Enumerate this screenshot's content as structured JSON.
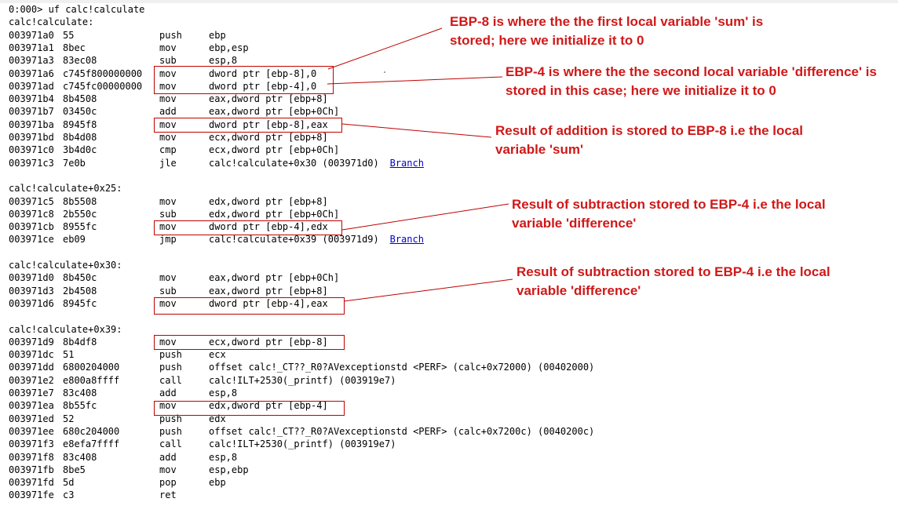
{
  "lines": [
    {
      "t": "0:000> uf calc!calculate"
    },
    {
      "t": "calc!calculate:"
    },
    {
      "a": "003971a0",
      "b": "55",
      "m": "push",
      "o": "ebp"
    },
    {
      "a": "003971a1",
      "b": "8bec",
      "m": "mov",
      "o": "ebp,esp"
    },
    {
      "a": "003971a3",
      "b": "83ec08",
      "m": "sub",
      "o": "esp,8"
    },
    {
      "a": "003971a6",
      "b": "c745f800000000",
      "m": "mov",
      "o": "dword ptr [ebp-8],0"
    },
    {
      "a": "003971ad",
      "b": "c745fc00000000",
      "m": "mov",
      "o": "dword ptr [ebp-4],0"
    },
    {
      "a": "003971b4",
      "b": "8b4508",
      "m": "mov",
      "o": "eax,dword ptr [ebp+8]"
    },
    {
      "a": "003971b7",
      "b": "03450c",
      "m": "add",
      "o": "eax,dword ptr [ebp+0Ch]"
    },
    {
      "a": "003971ba",
      "b": "8945f8",
      "m": "mov",
      "o": "dword ptr [ebp-8],eax"
    },
    {
      "a": "003971bd",
      "b": "8b4d08",
      "m": "mov",
      "o": "ecx,dword ptr [ebp+8]"
    },
    {
      "a": "003971c0",
      "b": "3b4d0c",
      "m": "cmp",
      "o": "ecx,dword ptr [ebp+0Ch]"
    },
    {
      "a": "003971c3",
      "b": "7e0b",
      "m": "jle",
      "o": "calc!calculate+0x30 (003971d0)",
      "link": "Branch"
    },
    {
      "t": ""
    },
    {
      "t": "calc!calculate+0x25:"
    },
    {
      "a": "003971c5",
      "b": "8b5508",
      "m": "mov",
      "o": "edx,dword ptr [ebp+8]"
    },
    {
      "a": "003971c8",
      "b": "2b550c",
      "m": "sub",
      "o": "edx,dword ptr [ebp+0Ch]"
    },
    {
      "a": "003971cb",
      "b": "8955fc",
      "m": "mov",
      "o": "dword ptr [ebp-4],edx"
    },
    {
      "a": "003971ce",
      "b": "eb09",
      "m": "jmp",
      "o": "calc!calculate+0x39 (003971d9)",
      "link": "Branch"
    },
    {
      "t": ""
    },
    {
      "t": "calc!calculate+0x30:"
    },
    {
      "a": "003971d0",
      "b": "8b450c",
      "m": "mov",
      "o": "eax,dword ptr [ebp+0Ch]"
    },
    {
      "a": "003971d3",
      "b": "2b4508",
      "m": "sub",
      "o": "eax,dword ptr [ebp+8]"
    },
    {
      "a": "003971d6",
      "b": "8945fc",
      "m": "mov",
      "o": "dword ptr [ebp-4],eax"
    },
    {
      "t": ""
    },
    {
      "t": "calc!calculate+0x39:"
    },
    {
      "a": "003971d9",
      "b": "8b4df8",
      "m": "mov",
      "o": "ecx,dword ptr [ebp-8]"
    },
    {
      "a": "003971dc",
      "b": "51",
      "m": "push",
      "o": "ecx"
    },
    {
      "a": "003971dd",
      "b": "6800204000",
      "m": "push",
      "o": "offset calc!_CT??_R0?AVexceptionstd <PERF> (calc+0x72000) (00402000)"
    },
    {
      "a": "003971e2",
      "b": "e800a8ffff",
      "m": "call",
      "o": "calc!ILT+2530(_printf) (003919e7)"
    },
    {
      "a": "003971e7",
      "b": "83c408",
      "m": "add",
      "o": "esp,8"
    },
    {
      "a": "003971ea",
      "b": "8b55fc",
      "m": "mov",
      "o": "edx,dword ptr [ebp-4]"
    },
    {
      "a": "003971ed",
      "b": "52",
      "m": "push",
      "o": "edx"
    },
    {
      "a": "003971ee",
      "b": "680c204000",
      "m": "push",
      "o": "offset calc!_CT??_R0?AVexceptionstd <PERF> (calc+0x7200c) (0040200c)"
    },
    {
      "a": "003971f3",
      "b": "e8efa7ffff",
      "m": "call",
      "o": "calc!ILT+2530(_printf) (003919e7)"
    },
    {
      "a": "003971f8",
      "b": "83c408",
      "m": "add",
      "o": "esp,8"
    },
    {
      "a": "003971fb",
      "b": "8be5",
      "m": "mov",
      "o": "esp,ebp"
    },
    {
      "a": "003971fd",
      "b": "5d",
      "m": "pop",
      "o": "ebp"
    },
    {
      "a": "003971fe",
      "b": "c3",
      "m": "ret",
      "o": ""
    }
  ],
  "annotations": [
    {
      "text": "EBP-8 is where the the first local variable 'sum' is\nstored; here we initialize it to 0"
    },
    {
      "text": "EBP-4 is where the the second local variable 'difference' is\nstored in this case; here we initialize it to 0"
    },
    {
      "text": "Result of addition is stored to EBP-8 i.e the local\nvariable 'sum'"
    },
    {
      "text": "Result of subtraction stored to EBP-4 i.e the local\nvariable 'difference'"
    },
    {
      "text": "Result of subtraction stored to EBP-4 i.e the local\nvariable 'difference'"
    }
  ],
  "colors": {
    "annotation": "#d01818",
    "box": "#c00000",
    "link": "#0000cc",
    "background": "#ffffff",
    "text": "#000000"
  }
}
